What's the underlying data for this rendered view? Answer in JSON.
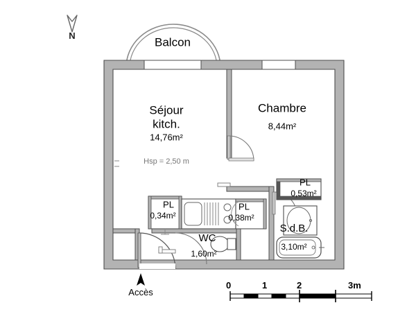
{
  "plan": {
    "title": "Balcon",
    "compass": {
      "label": "N",
      "icon": "north-arrow-icon"
    },
    "entrance": {
      "label": "Accès",
      "icon": "up-arrow-icon"
    },
    "hsp_note": "Hsp = 2,50 m",
    "rooms": [
      {
        "key": "balcon",
        "name": "Balcon",
        "area": ""
      },
      {
        "key": "sejour",
        "name_line1": "Séjour",
        "name_line2": "kitch.",
        "area": "14,76m²"
      },
      {
        "key": "chambre",
        "name": "Chambre",
        "area": "8,44m²"
      },
      {
        "key": "pl1",
        "name": "PL",
        "area": "0,34m²"
      },
      {
        "key": "pl2",
        "name": "PL",
        "area": "0,38m²"
      },
      {
        "key": "pl3",
        "name": "PL",
        "area": "0,53m²"
      },
      {
        "key": "wc",
        "name": "WC",
        "area": "1,60m²"
      },
      {
        "key": "sdb",
        "name": "S.d.B.",
        "area": "3,10m²"
      }
    ],
    "scale": {
      "ticks": [
        "0",
        "1",
        "2",
        "3m"
      ],
      "unit": "m"
    },
    "colors": {
      "wall_fill": "#b3b3b3",
      "wall_stroke": "#4d4d4d",
      "fixture_stroke": "#555555",
      "room_fill": "#ffffff",
      "text": "#000000",
      "hsp_text": "#777777"
    }
  }
}
